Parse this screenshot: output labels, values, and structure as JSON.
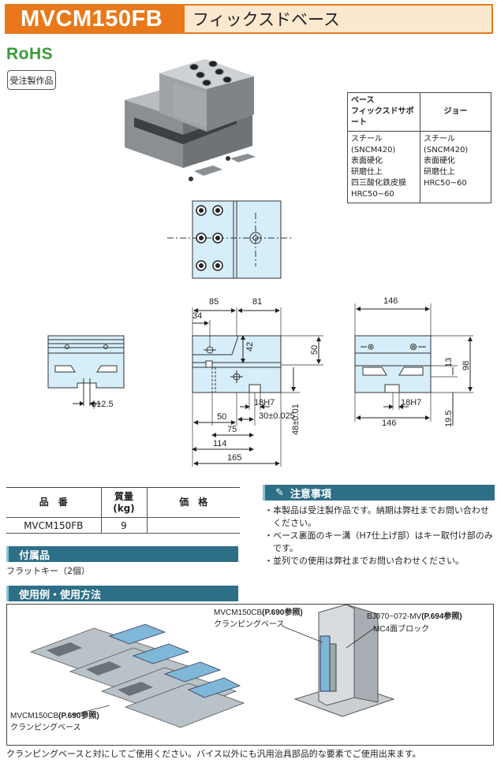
{
  "header": {
    "code": "MVCM150FB",
    "name": "フィックスドベース"
  },
  "rohs": "RoHS",
  "badge": "受注製作品",
  "material": {
    "headers": [
      "ベース\nフィックスドサポート",
      "ジョー"
    ],
    "row": [
      "スチール(SNCM420)\n表面硬化\n研磨仕上\n四三酸化鉄皮膜\nHRC50~60",
      "スチール(SNCM420)\n表面硬化\n研磨仕上\nHRC50~60"
    ]
  },
  "dims": {
    "d85": "85",
    "d81": "81",
    "d34": "34",
    "d42": "42",
    "d50a": "50",
    "phi": "ϕ12.5",
    "d18h7": "18H7",
    "d30": "30±0.025",
    "d48": "48±0.01",
    "d50": "50",
    "d75": "75",
    "d114": "114",
    "d165": "165",
    "d146top": "146",
    "d146bot": "146",
    "d13": "13",
    "d98": "98",
    "d18h7b": "18H7",
    "d195": "19.5"
  },
  "spec": {
    "h_part": "品　番",
    "h_mass": "質量\n(kg)",
    "h_price": "価　格",
    "part": "MVCM150FB",
    "mass": "9",
    "price": ""
  },
  "accessory": {
    "title": "付属品",
    "text": "フラットキー（2個）"
  },
  "notes": {
    "title": "注意事項",
    "items": [
      "本製品は受注製作品です。納期は弊社までお問い合わせください。",
      "ベース裏面のキー溝（H7仕上げ部）はキー取付け部のみです。",
      "並列での使用は弊社までお問い合わせください。"
    ]
  },
  "usage": {
    "title": "使用例・使用方法",
    "l1a": "MVCM150CB",
    "l1b": "(P.690参照)",
    "l1c": "クランピングベース",
    "l2a": "BJ070~072-MV",
    "l2b": "(P.694参照)",
    "l2c": "MC4面ブロック",
    "l3a": "MVCM150CB",
    "l3b": "(P.690参照)",
    "l3c": "クランピングベース"
  },
  "footer": "クランピングベースと対にしてご使用ください。バイス以外にも汎用治具部品的な要素でご使用出来ます。",
  "colors": {
    "accent": "#e8781a",
    "header_bg": "#fce7cf",
    "bar": "#2e6f88",
    "part_fill": "#d6eef9",
    "rohs": "#3a9a3a"
  }
}
